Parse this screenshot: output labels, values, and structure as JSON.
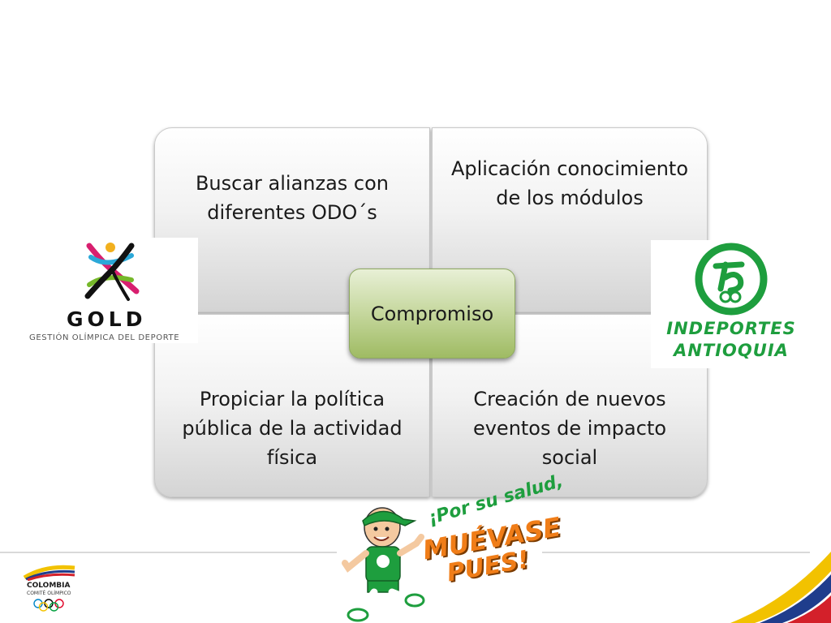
{
  "matrix": {
    "top_left": "Buscar alianzas con diferentes ODO´s",
    "top_right": "Aplicación conocimiento de los módulos",
    "bottom_left": "Propiciar la política pública de la actividad física",
    "bottom_right": "Creación de nuevos eventos de impacto social",
    "center": "Compromiso"
  },
  "logos": {
    "gold_title": "GOLD",
    "gold_subtitle": "GESTIÓN OLÍMPICA DEL DEPORTE",
    "indeportes_line1": "INDEPORTES",
    "indeportes_line2": "ANTIOQUIA",
    "colombia_title": "COLOMBIA",
    "colombia_subtitle": "COMITÉ OLÍMPICO"
  },
  "campaign": {
    "line1": "¡Por su salud,",
    "line2": "MUÉVASE",
    "line3": "PUES!"
  },
  "colors": {
    "quad_gradient_top": "#ffffff",
    "quad_gradient_bottom": "#d4d4d4",
    "center_green": "#9fbb63",
    "indeportes_green": "#1e9e3e",
    "campaign_orange": "#f07d18"
  }
}
